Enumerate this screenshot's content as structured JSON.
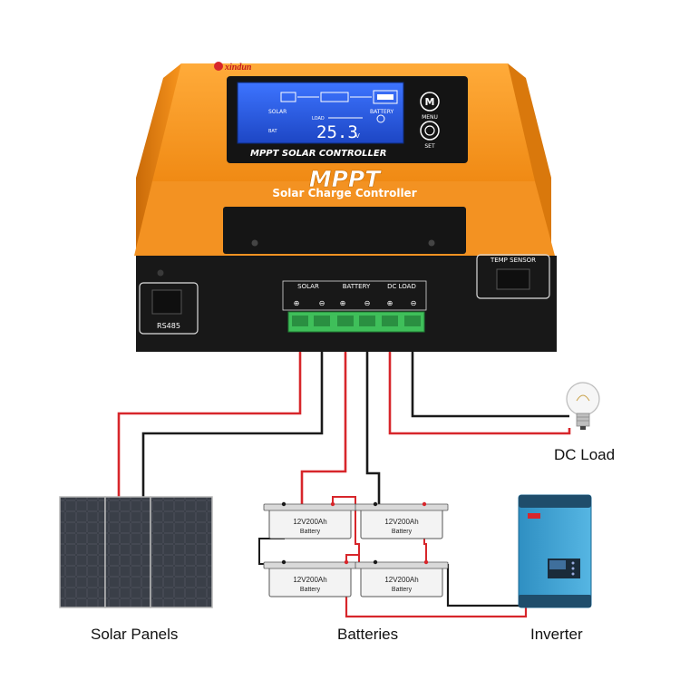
{
  "brand": {
    "logo_text": "xindun"
  },
  "controller": {
    "title": "MPPT",
    "subtitle": "Solar Charge Controller",
    "display_caption": "MPPT SOLAR CONTROLLER",
    "lcd": {
      "reading": "25.3",
      "unit": "V",
      "label_solar": "SOLAR",
      "label_battery": "BATTERY",
      "label_load": "LOAD",
      "label_bat": "BAT"
    },
    "buttons": {
      "menu": "MENU",
      "set": "SET",
      "menu_glyph": "M"
    },
    "ports": {
      "rs485": "RS485",
      "temp_sensor": "TEMP SENSOR",
      "solar": "SOLAR",
      "battery": "BATTERY",
      "dc_load": "DC LOAD"
    }
  },
  "batteries": [
    {
      "capacity": "12V200Ah",
      "name": "Battery"
    },
    {
      "capacity": "12V200Ah",
      "name": "Battery"
    },
    {
      "capacity": "12V200Ah",
      "name": "Battery"
    },
    {
      "capacity": "12V200Ah",
      "name": "Battery"
    }
  ],
  "labels": {
    "solar_panels": "Solar Panels",
    "batteries": "Batteries",
    "inverter": "Inverter",
    "dc_load": "DC Load"
  },
  "colors": {
    "controller_orange": "#f7941d",
    "controller_dark": "#1a1a1a",
    "lcd_blue": "#2a5bd7",
    "terminal_green": "#3fbf5a",
    "wire_red": "#d7262b",
    "wire_black": "#1a1a1a",
    "inverter_blue": "#3da5d9"
  }
}
